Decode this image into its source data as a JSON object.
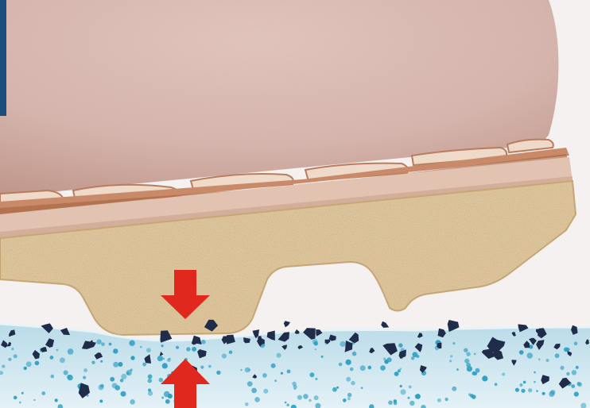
{
  "illustration": {
    "subject": "shoe-sole-pressing-on-textured-floor",
    "colors": {
      "page_bg": "#f6f1f1",
      "upper": "#d8b8b0",
      "upper_shade": "#bf9486",
      "welt": "#c98a6a",
      "welt_dark": "#a5633f",
      "midsole_band": "#e2c3b2",
      "sole": "#e8d2a9",
      "sole_speckle": "#b88d55",
      "floor": "#cfe6ef",
      "floor_edge": "#e8f3f7",
      "floor_dots": "#2e9fc4",
      "floor_chips": "#1f2c4a",
      "arrow": "#e0281e",
      "left_stripe": "#1a4f7d"
    },
    "arrows": [
      {
        "direction": "down",
        "meaning": "downward-force-arrow"
      },
      {
        "direction": "up",
        "meaning": "upward-force-arrow"
      }
    ]
  }
}
